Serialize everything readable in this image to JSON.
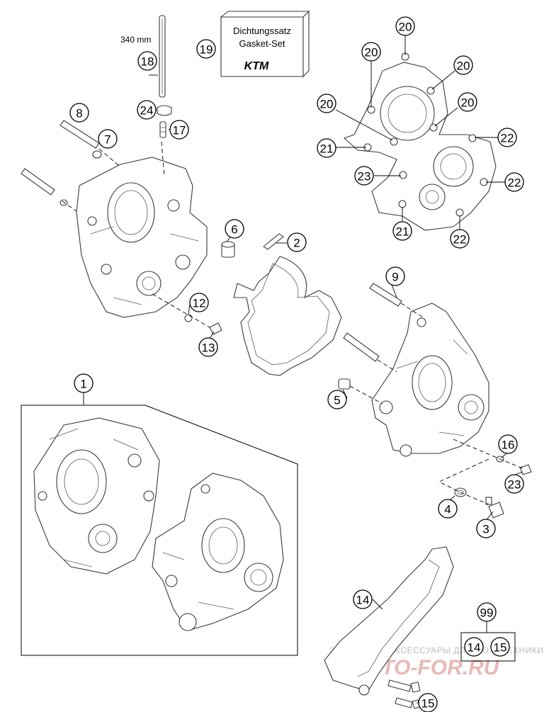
{
  "gasket_box": {
    "line1": "Dichtungssatz",
    "line2": "Gasket-Set",
    "logo": "KTM"
  },
  "length_label": "340 mm",
  "watermark": {
    "line1": "ЗАПЧАСТИ И АКСЕССУАРЫ ДЛЯ МОТОТЕХНИКИ",
    "line2": "MOTO-FOR.RU"
  },
  "callouts": {
    "c1": "1",
    "c2": "2",
    "c3": "3",
    "c4": "4",
    "c5": "5",
    "c6": "6",
    "c7": "7",
    "c8": "8",
    "c9": "9",
    "c12": "12",
    "c13": "13",
    "c14a": "14",
    "c14b": "14",
    "c15a": "15",
    "c15b": "15",
    "c16": "16",
    "c17": "17",
    "c18": "18",
    "c19": "19",
    "c20a": "20",
    "c20b": "20",
    "c20c": "20",
    "c20d": "20",
    "c20e": "20",
    "c21a": "21",
    "c21b": "21",
    "c22a": "22",
    "c22b": "22",
    "c22c": "22",
    "c23a": "23",
    "c23b": "23",
    "c24": "24",
    "c99": "99"
  }
}
